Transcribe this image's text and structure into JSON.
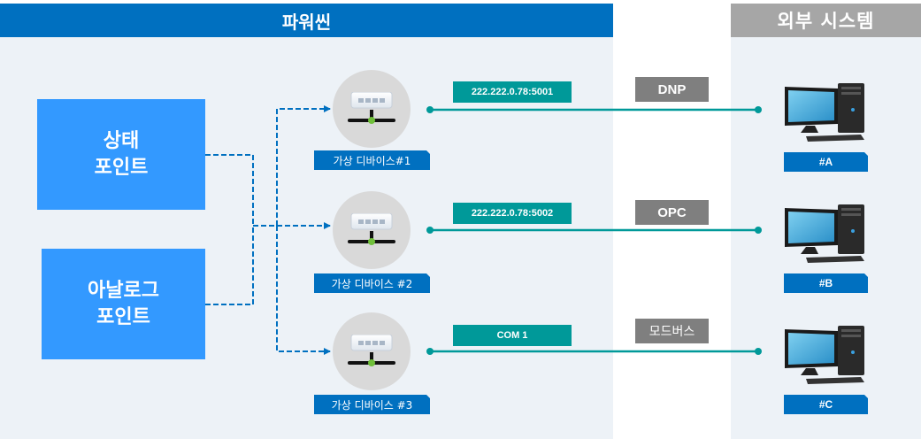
{
  "headers": {
    "left_title": "파워씬",
    "right_title": "외부 시스템"
  },
  "points": [
    {
      "line1": "상태",
      "line2": "포인트"
    },
    {
      "line1": "아날로그",
      "line2": "포인트"
    }
  ],
  "devices": [
    {
      "label": "가상 디바이스#1",
      "address": "222.222.0.78:5001",
      "protocol": "DNP",
      "target": "#A"
    },
    {
      "label": "가상 디바이스 #2",
      "address": "222.222.0.78:5002",
      "protocol": "OPC",
      "target": "#B"
    },
    {
      "label": "가상 디바이스 #3",
      "address": "COM 1",
      "protocol": "모드버스",
      "target": "#C"
    }
  ],
  "colors": {
    "header_blue": "#0070c0",
    "header_gray": "#a6a6a6",
    "point_blue": "#3399ff",
    "connection_teal": "#009999",
    "dashed_link": "#0070c0",
    "protocol_gray": "#7f7f7f",
    "panel_bg": "#edf2f7"
  }
}
